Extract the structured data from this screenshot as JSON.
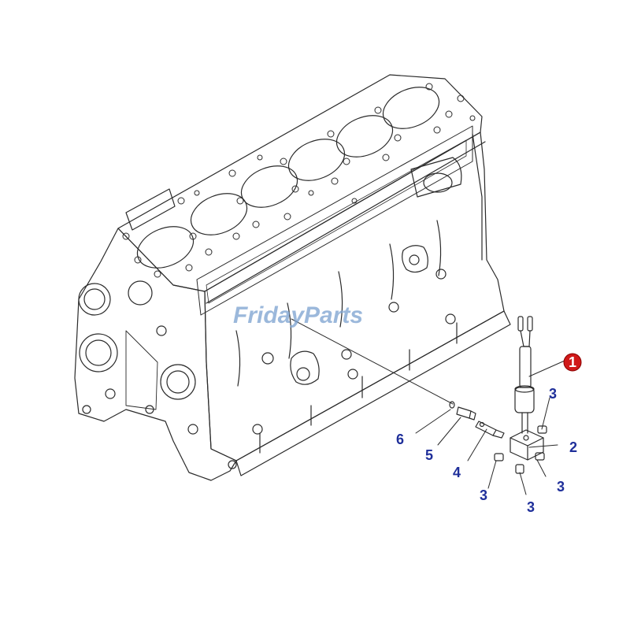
{
  "watermark": {
    "brand": "FridayParts"
  },
  "callouts": [
    {
      "label": "1",
      "highlighted": true
    },
    {
      "label": "2"
    },
    {
      "label": "3"
    },
    {
      "label": "3"
    },
    {
      "label": "3"
    },
    {
      "label": "3"
    },
    {
      "label": "4"
    },
    {
      "label": "5"
    },
    {
      "label": "6"
    }
  ],
  "colors": {
    "line": "#2a2a2a",
    "callout_text": "#1f2f9a",
    "highlight_fill": "#d01919",
    "highlight_text": "#ffffff",
    "watermark": "#7aa0cf"
  }
}
